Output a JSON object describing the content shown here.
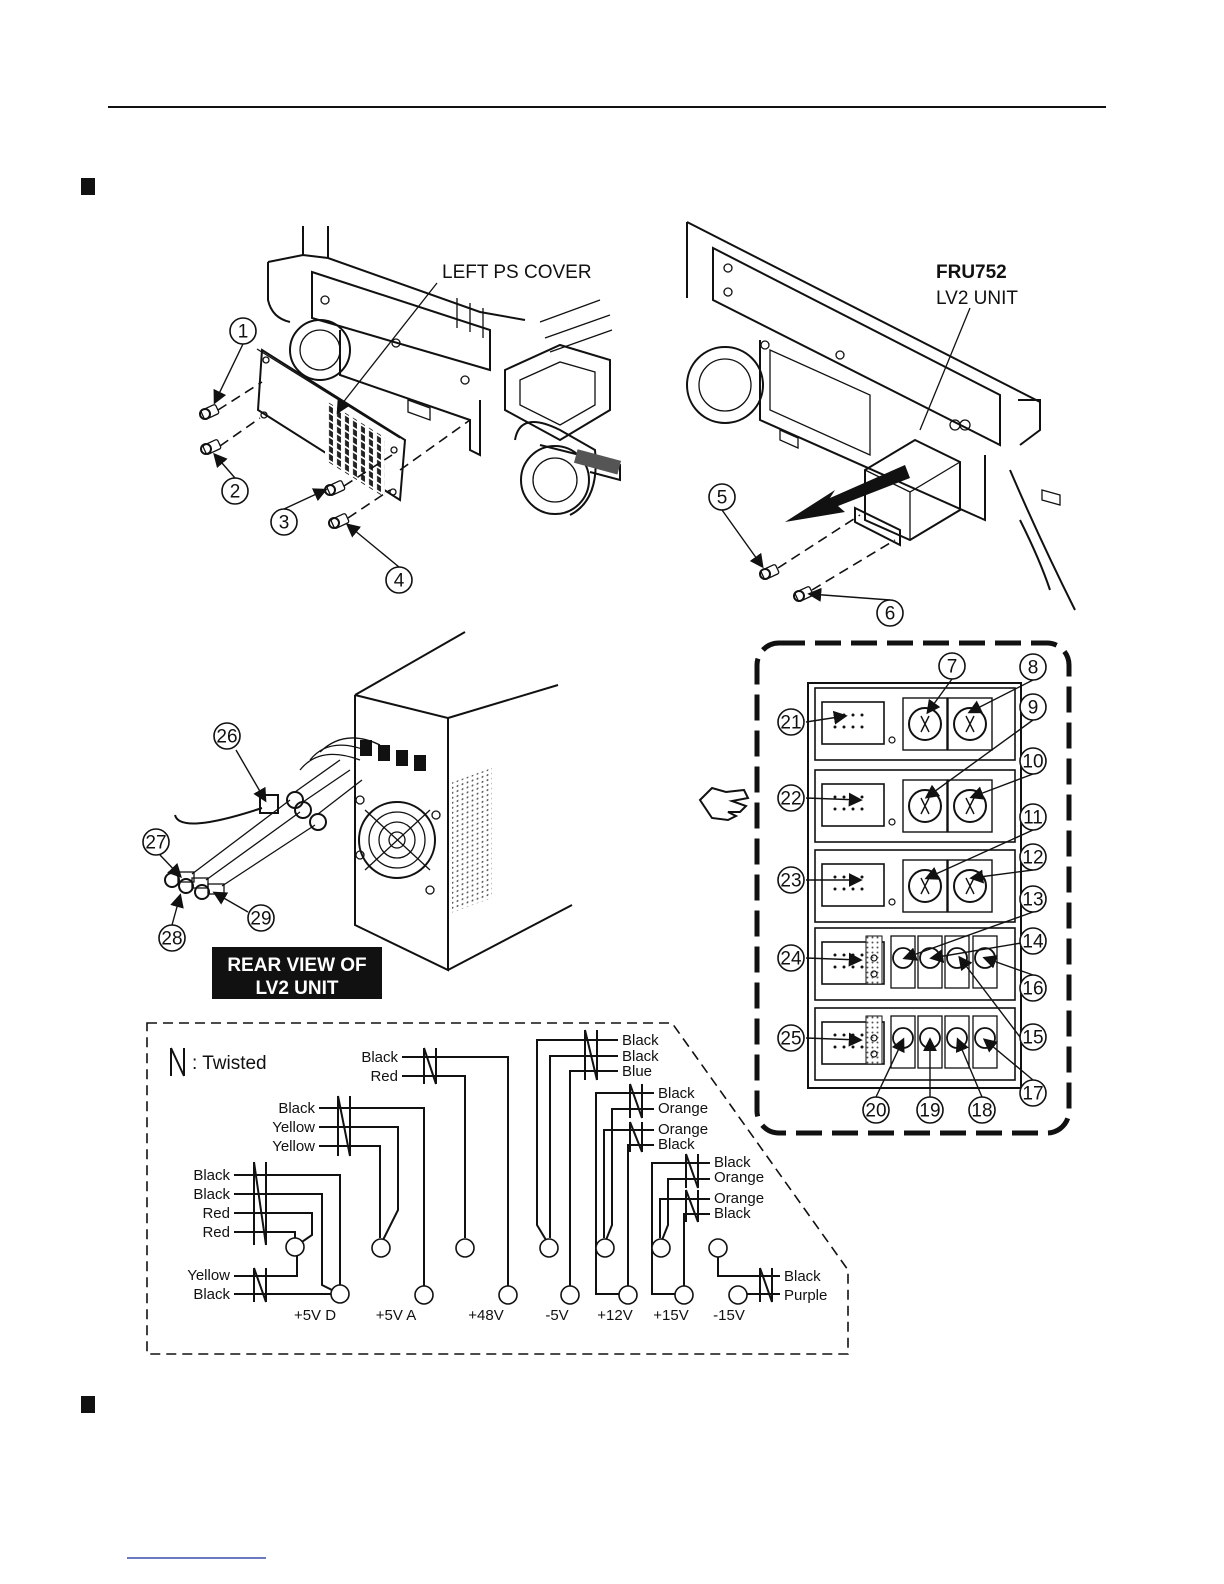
{
  "labels": {
    "left_ps_cover": "LEFT PS COVER",
    "fru_code": "FRU752",
    "fru_unit": "LV2 UNIT",
    "rear_view_line1": "REAR VIEW OF",
    "rear_view_line2": "LV2 UNIT",
    "twisted_legend": ": Twisted"
  },
  "callouts": [
    "1",
    "2",
    "3",
    "4",
    "5",
    "6",
    "7",
    "8",
    "9",
    "10",
    "11",
    "12",
    "13",
    "14",
    "15",
    "16",
    "17",
    "18",
    "19",
    "20",
    "21",
    "22",
    "23",
    "24",
    "25",
    "26",
    "27",
    "28",
    "29"
  ],
  "terminals": {
    "5vd": "+5V D",
    "5va": "+5V A",
    "48v": "+48V",
    "m5v": "-5V",
    "12v": "+12V",
    "15v": "+15V",
    "m15v": "-15V"
  },
  "wires": {
    "g1": [
      "Black",
      "Black",
      "Red",
      "Red"
    ],
    "g2": [
      "Yellow",
      "Black"
    ],
    "g3": [
      "Black",
      "Yellow",
      "Yellow"
    ],
    "g4": [
      "Black",
      "Red"
    ],
    "g5": [
      "Black",
      "Black",
      "Blue"
    ],
    "g6": [
      "Black",
      "Orange"
    ],
    "g7": [
      "Orange",
      "Black"
    ],
    "g8": [
      "Black",
      "Orange"
    ],
    "g9": [
      "Orange",
      "Black"
    ],
    "g10": [
      "Black",
      "Purple"
    ]
  },
  "colors": {
    "ink": "#111111",
    "stipple": "#bdbdbd",
    "paper": "#ffffff"
  }
}
